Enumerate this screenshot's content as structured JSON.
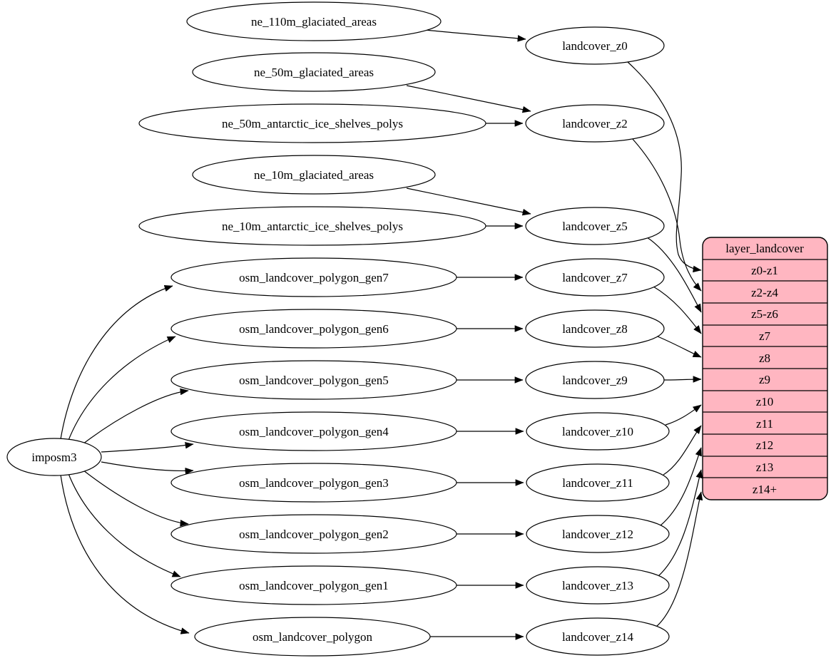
{
  "nodes": {
    "imposm3": "imposm3",
    "ne_110m_glaciated_areas": "ne_110m_glaciated_areas",
    "ne_50m_glaciated_areas": "ne_50m_glaciated_areas",
    "ne_50m_antarctic_ice_shelves_polys": "ne_50m_antarctic_ice_shelves_polys",
    "ne_10m_glaciated_areas": "ne_10m_glaciated_areas",
    "ne_10m_antarctic_ice_shelves_polys": "ne_10m_antarctic_ice_shelves_polys",
    "osm_landcover_polygon_gen7": "osm_landcover_polygon_gen7",
    "osm_landcover_polygon_gen6": "osm_landcover_polygon_gen6",
    "osm_landcover_polygon_gen5": "osm_landcover_polygon_gen5",
    "osm_landcover_polygon_gen4": "osm_landcover_polygon_gen4",
    "osm_landcover_polygon_gen3": "osm_landcover_polygon_gen3",
    "osm_landcover_polygon_gen2": "osm_landcover_polygon_gen2",
    "osm_landcover_polygon_gen1": "osm_landcover_polygon_gen1",
    "osm_landcover_polygon": "osm_landcover_polygon",
    "landcover_z0": "landcover_z0",
    "landcover_z2": "landcover_z2",
    "landcover_z5": "landcover_z5",
    "landcover_z7": "landcover_z7",
    "landcover_z8": "landcover_z8",
    "landcover_z9": "landcover_z9",
    "landcover_z10": "landcover_z10",
    "landcover_z11": "landcover_z11",
    "landcover_z12": "landcover_z12",
    "landcover_z13": "landcover_z13",
    "landcover_z14": "landcover_z14"
  },
  "table": {
    "title": "layer_landcover",
    "fill": "#ffb6c1",
    "rows": [
      "z0-z1",
      "z2-z4",
      "z5-z6",
      "z7",
      "z8",
      "z9",
      "z10",
      "z11",
      "z12",
      "z13",
      "z14+"
    ]
  },
  "colors": {
    "node_fill": "#ffffff",
    "stroke": "#000000"
  },
  "edges": {
    "sources_to_landcover": [
      [
        "ne_110m_glaciated_areas",
        "landcover_z0"
      ],
      [
        "ne_50m_glaciated_areas",
        "landcover_z2"
      ],
      [
        "ne_50m_antarctic_ice_shelves_polys",
        "landcover_z2"
      ],
      [
        "ne_10m_glaciated_areas",
        "landcover_z5"
      ],
      [
        "ne_10m_antarctic_ice_shelves_polys",
        "landcover_z5"
      ],
      [
        "osm_landcover_polygon_gen7",
        "landcover_z7"
      ],
      [
        "osm_landcover_polygon_gen6",
        "landcover_z8"
      ],
      [
        "osm_landcover_polygon_gen5",
        "landcover_z9"
      ],
      [
        "osm_landcover_polygon_gen4",
        "landcover_z10"
      ],
      [
        "osm_landcover_polygon_gen3",
        "landcover_z11"
      ],
      [
        "osm_landcover_polygon_gen2",
        "landcover_z12"
      ],
      [
        "osm_landcover_polygon_gen1",
        "landcover_z13"
      ],
      [
        "osm_landcover_polygon",
        "landcover_z14"
      ]
    ],
    "imposm3_to_tables": [
      [
        "imposm3",
        "osm_landcover_polygon_gen7"
      ],
      [
        "imposm3",
        "osm_landcover_polygon_gen6"
      ],
      [
        "imposm3",
        "osm_landcover_polygon_gen5"
      ],
      [
        "imposm3",
        "osm_landcover_polygon_gen4"
      ],
      [
        "imposm3",
        "osm_landcover_polygon_gen3"
      ],
      [
        "imposm3",
        "osm_landcover_polygon_gen2"
      ],
      [
        "imposm3",
        "osm_landcover_polygon_gen1"
      ],
      [
        "imposm3",
        "osm_landcover_polygon"
      ]
    ],
    "landcover_to_layer": [
      [
        "landcover_z0",
        "z0-z1"
      ],
      [
        "landcover_z2",
        "z2-z4"
      ],
      [
        "landcover_z5",
        "z5-z6"
      ],
      [
        "landcover_z7",
        "z7"
      ],
      [
        "landcover_z8",
        "z8"
      ],
      [
        "landcover_z9",
        "z9"
      ],
      [
        "landcover_z10",
        "z10"
      ],
      [
        "landcover_z11",
        "z11"
      ],
      [
        "landcover_z12",
        "z12"
      ],
      [
        "landcover_z13",
        "z13"
      ],
      [
        "landcover_z14",
        "z14+"
      ]
    ]
  }
}
